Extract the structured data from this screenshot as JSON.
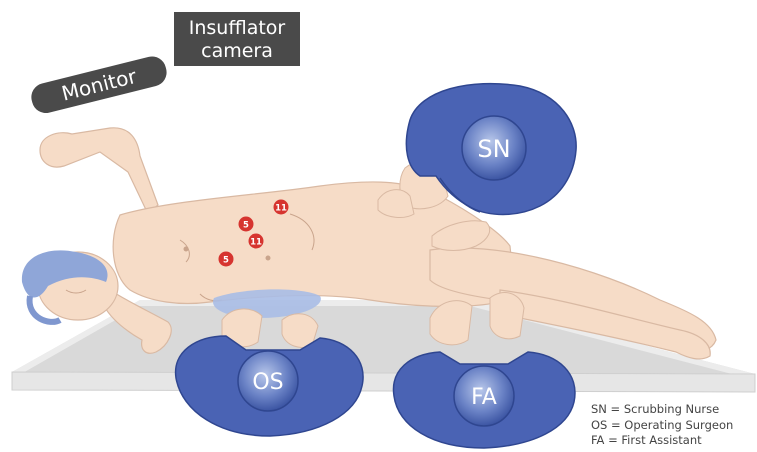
{
  "labels": {
    "monitor": "Monitor",
    "insufflator_line1": "Insufflator",
    "insufflator_line2": "camera"
  },
  "team": {
    "sn": "SN",
    "os": "OS",
    "fa": "FA"
  },
  "ports": [
    {
      "label": "11"
    },
    {
      "label": "5"
    },
    {
      "label": "11"
    },
    {
      "label": "5"
    }
  ],
  "legend": [
    {
      "text": "SN = Scrubbing Nurse"
    },
    {
      "text": "OS = Operating Surgeon"
    },
    {
      "text": "FA = First Assistant"
    }
  ],
  "colors": {
    "scrubs": "#4a63b4",
    "scrubs_dark": "#2f4690",
    "skin": "#f6dcc7",
    "skin_line": "#c9a48c",
    "port": "#d6342f",
    "monitor_box": "#4a4a4a",
    "table": "#e9e9e9",
    "cap": "#8fa6d8"
  }
}
